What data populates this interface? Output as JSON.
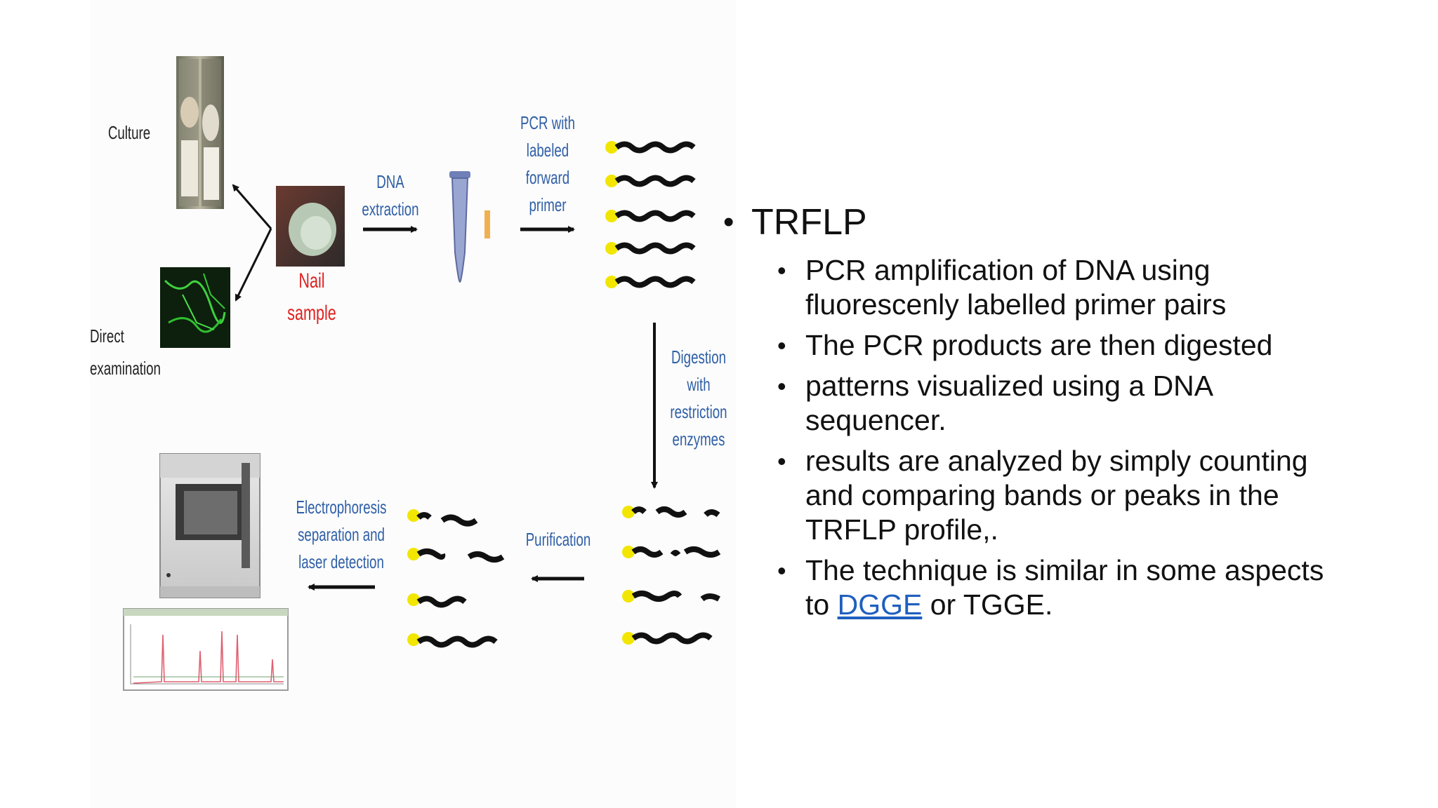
{
  "diagram": {
    "culture_label": "Culture",
    "direct_label": [
      "Direct",
      "examination"
    ],
    "nail_label": [
      "Nail",
      "sample"
    ],
    "dna_label": [
      "DNA",
      "extraction"
    ],
    "pcr_label": [
      "PCR with",
      "labeled",
      "forward",
      "primer"
    ],
    "digestion_label": [
      "Digestion",
      "with",
      "restriction",
      "enzymes"
    ],
    "purification_label": "Purification",
    "electro_label": [
      "Electrophoresis",
      "separation and",
      "laser detection"
    ]
  },
  "bullets": {
    "main": "TRFLP",
    "items": [
      "PCR amplification of DNA using fluorescenly labelled  primer pairs",
      "The PCR products are then digested",
      "patterns visualized using a DNA sequencer.",
      "results are analyzed by simply counting and comparing bands or peaks in the TRFLP profile,."
    ],
    "last_prefix": "The technique is similar in some aspects to ",
    "last_link": "DGGE",
    "last_suffix": " or TGGE."
  },
  "colors": {
    "label_blue": "#2f5fa6",
    "nail_red": "#e02020",
    "fluor_dot": "#f2e600",
    "link_blue": "#1f5fbf"
  }
}
